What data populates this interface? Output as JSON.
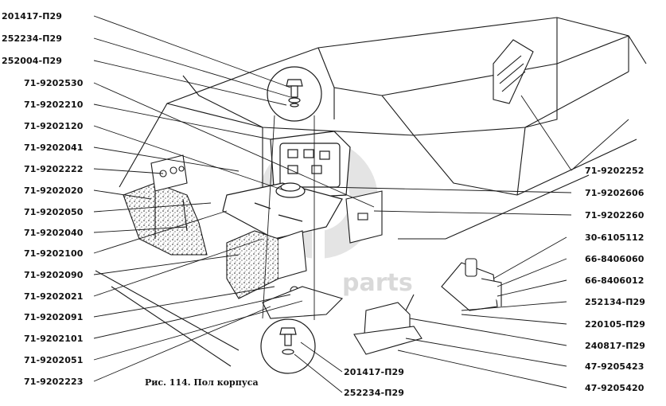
{
  "figure": {
    "caption": "Рис. 114. Пол корпуса",
    "watermark_text": "parts",
    "line_color": "#1a1a1a",
    "watermark_color": "#9a9a9a"
  },
  "callouts_left": [
    "201417-П29",
    "252234-П29",
    "252004-П29",
    "71-9202530",
    "71-9202210",
    "71-9202120",
    "71-9202041",
    "71-9202222",
    "71-9202020",
    "71-9202050",
    "71-9202040",
    "71-9202100",
    "71-9202090",
    "71-9202021",
    "71-9202091",
    "71-9202101",
    "71-9202051",
    "71-9202223"
  ],
  "callouts_right": [
    "71-9202252",
    "71-9202606",
    "71-9202260",
    "30-6105112",
    "66-8406060",
    "66-8406012",
    "252134-П29",
    "220105-П29",
    "240817-П29",
    "47-9205423",
    "47-9205420"
  ],
  "callouts_bottom": [
    "201417-П29",
    "252234-П29"
  ]
}
